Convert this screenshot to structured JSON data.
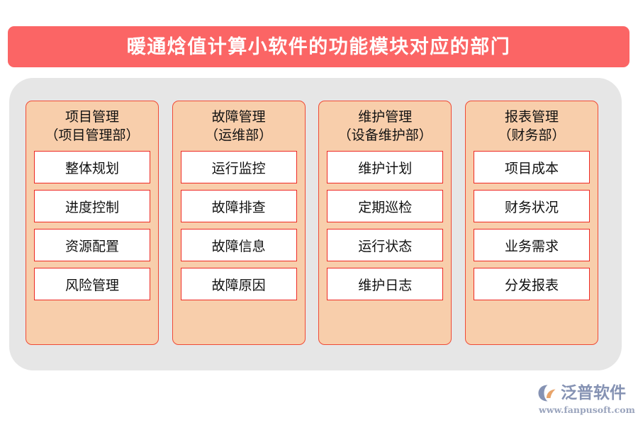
{
  "banner": {
    "title": "暖通焓值计算小软件的功能模块对应的部门",
    "background_color": "#fb6565",
    "text_color": "#ffffff"
  },
  "board": {
    "background_color": "#e6e6e6"
  },
  "columns": [
    {
      "header_line1": "项目管理",
      "header_line2": "（项目管理部）",
      "module": "项目管理",
      "department": "项目管理部",
      "items": [
        "整体规划",
        "进度控制",
        "资源配置",
        "风险管理"
      ]
    },
    {
      "header_line1": "故障管理",
      "header_line2": "（运维部）",
      "module": "故障管理",
      "department": "运维部",
      "items": [
        "运行监控",
        "故障排查",
        "故障信息",
        "故障原因"
      ]
    },
    {
      "header_line1": "维护管理",
      "header_line2": "（设备维护部）",
      "module": "维护管理",
      "department": "设备维护部",
      "items": [
        "维护计划",
        "定期巡检",
        "运行状态",
        "维护日志"
      ]
    },
    {
      "header_line1": "报表管理",
      "header_line2": "（财务部）",
      "module": "报表管理",
      "department": "财务部",
      "items": [
        "项目成本",
        "财务状况",
        "业务需求",
        "分发报表"
      ]
    }
  ],
  "colors": {
    "column_fill": "#f8ceab",
    "column_border": "#f04a36",
    "item_fill": "#ffffff",
    "item_border": "#ee2a24",
    "logo_blue": "#8592b3",
    "logo_orange": "#e8a46a"
  },
  "logo": {
    "name": "泛普软件",
    "url": "www.fanpusoft.com",
    "mark": "fanpu-swoosh-icon"
  }
}
